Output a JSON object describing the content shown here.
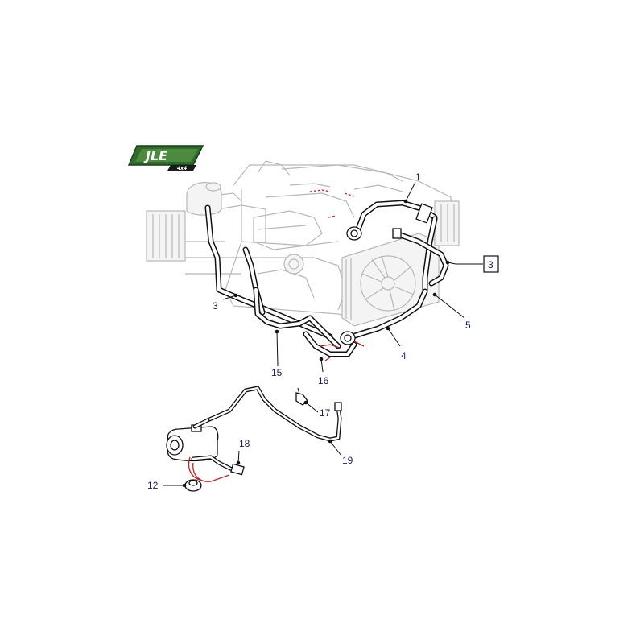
{
  "logo": {
    "brand": "JLE",
    "tagline": "4x4"
  },
  "callouts": {
    "c1": "1",
    "c3_right": "3",
    "c3_left": "3",
    "c4": "4",
    "c5": "5",
    "c12": "12",
    "c15": "15",
    "c16": "16",
    "c17": "17",
    "c18": "18",
    "c19": "19"
  },
  "colors": {
    "hose": "#111111",
    "ghost": "#b8b8b8",
    "highlight": "#c81e1e",
    "callout_text": "#1a1a60",
    "logo_green": "#2f6b2a"
  }
}
